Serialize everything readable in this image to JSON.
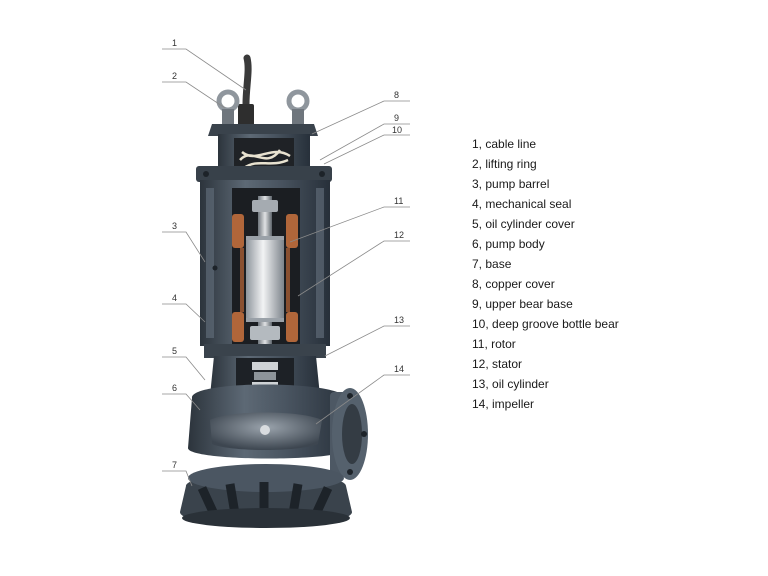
{
  "colors": {
    "body": "#4a5561",
    "body_dark": "#2c343c",
    "body_light": "#6f7b87",
    "copper": "#b0663a",
    "steel": "#c9ccd0",
    "cable": "#3a3a3a"
  },
  "callouts": [
    {
      "num": "1"
    },
    {
      "num": "2"
    },
    {
      "num": "3"
    },
    {
      "num": "4"
    },
    {
      "num": "5"
    },
    {
      "num": "6"
    },
    {
      "num": "7"
    },
    {
      "num": "8"
    },
    {
      "num": "9"
    },
    {
      "num": "10"
    },
    {
      "num": "11"
    },
    {
      "num": "12"
    },
    {
      "num": "13"
    },
    {
      "num": "14"
    }
  ],
  "legend": [
    "1, cable line",
    "2, lifting ring",
    "3, pump barrel",
    "4, mechanical seal",
    "5, oil cylinder cover",
    "6, pump body",
    "7, base",
    "8, copper cover",
    "9, upper bear base",
    "10, deep groove bottle bear",
    "11, rotor",
    "12, stator",
    "13, oil cylinder",
    "14, impeller"
  ]
}
